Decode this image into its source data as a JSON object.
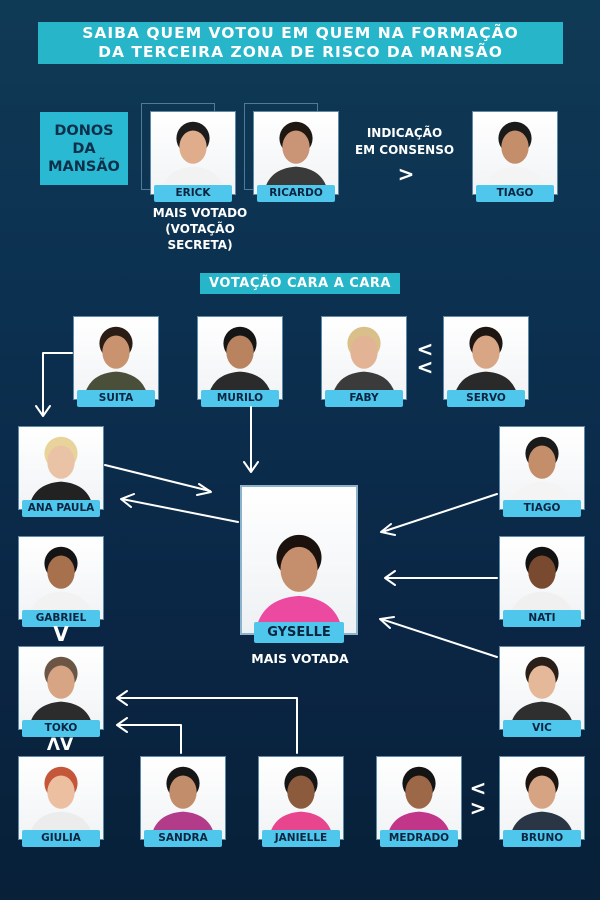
{
  "header": {
    "line1": "SAIBA QUEM VOTOU EM QUEM NA FORMAÇÃO",
    "line2": "DA TERCEIRA ZONA DE RISCO DA MANSÃO"
  },
  "owners": {
    "box_line1": "DONOS",
    "box_line2": "DA",
    "box_line3": "MANSÃO",
    "owner1": "ERICK",
    "owner2": "RICARDO",
    "most_voted_line1": "MAIS VOTADO",
    "most_voted_line2": "(VOTAÇÃO SECRETA)",
    "indication_line1": "INDICAÇÃO",
    "indication_line2": "EM CONSENSO",
    "indicated": "TIAGO"
  },
  "section_title": "VOTAÇÃO CARA A CARA",
  "participants": {
    "suita": "SUITA",
    "murilo": "MURILO",
    "faby": "FABY",
    "servo": "SERVO",
    "ana_paula": "ANA PAULA",
    "tiago": "TIAGO",
    "gabriel": "GABRIEL",
    "nati": "NATI",
    "toko": "TOKO",
    "vic": "VIC",
    "giulia": "GIULIA",
    "sandra": "SANDRA",
    "janielle": "JANIELLE",
    "medrado": "MEDRADO",
    "bruno": "BRUNO"
  },
  "center": {
    "name": "GYSELLE",
    "caption": "MAIS VOTADA"
  },
  "colors": {
    "accent": "#27b5c9",
    "label_bg": "#4fc6ec",
    "background_top": "#0f3a55",
    "background_bottom": "#082038"
  }
}
